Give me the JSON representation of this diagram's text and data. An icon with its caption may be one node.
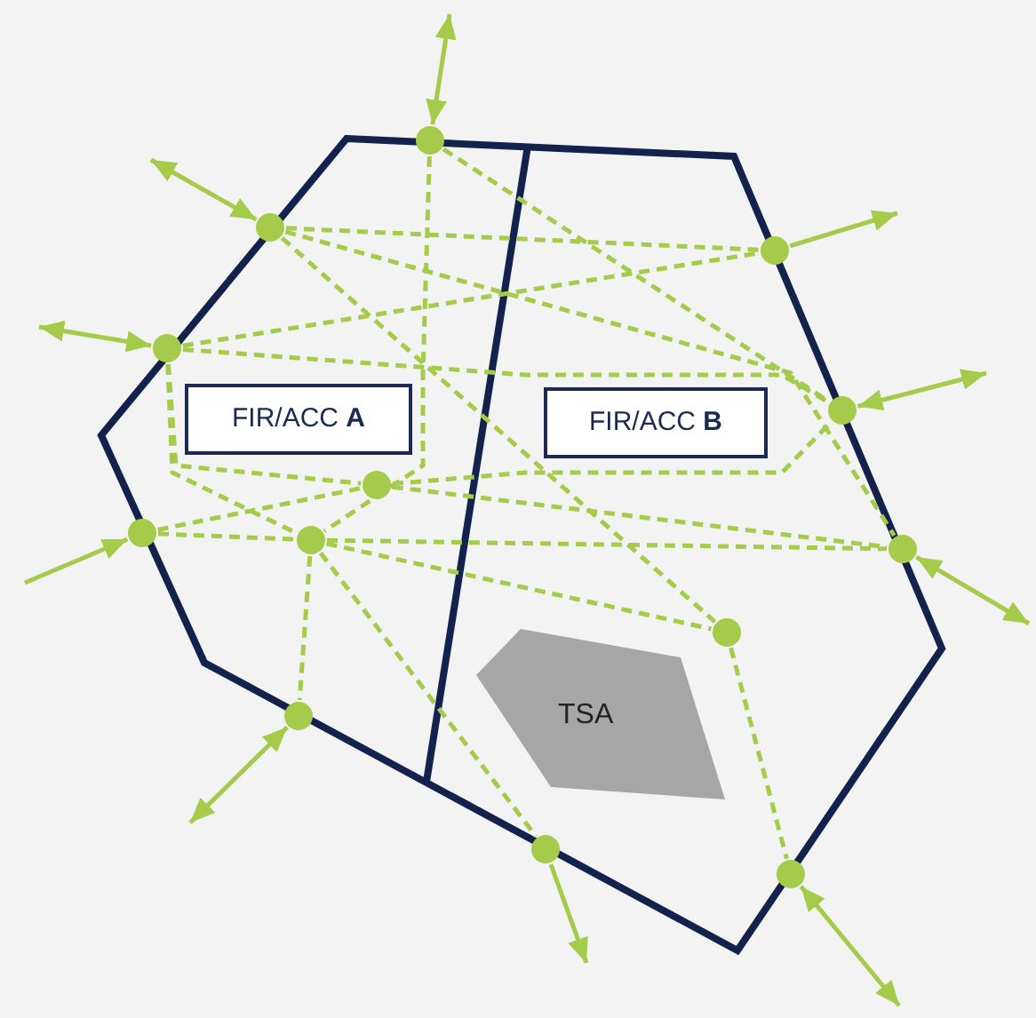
{
  "diagram": {
    "nodes": [
      {
        "text": [
          "FIR/ACC **A**"
        ]
      },
      {
        "text": [
          "FIR/ACC **B**"
        ]
      },
      {
        "text": [
          "TSA"
        ]
      },
      {
        "text": [],
        "shape": "circle"
      },
      {
        "text": [],
        "shape": "circle"
      },
      {
        "text": [],
        "shape": "circle"
      },
      {
        "text": [],
        "shape": "circle"
      },
      {
        "text": [],
        "shape": "circle"
      },
      {
        "text": [],
        "shape": "circle"
      },
      {
        "text": [],
        "shape": "circle"
      },
      {
        "text": [],
        "shape": "circle"
      },
      {
        "text": [],
        "shape": "circle"
      },
      {
        "text": [],
        "shape": "circle"
      },
      {
        "text": [],
        "shape": "circle"
      },
      {
        "text": [],
        "shape": "circle"
      },
      {
        "text": [],
        "shape": "circle"
      }
    ],
    "edges": [
      {
        "from": 3,
        "to": null,
        "arrow": "both"
      },
      {
        "from": 4,
        "to": null,
        "arrow": "both"
      },
      {
        "from": 5,
        "to": null,
        "arrow": "to"
      },
      {
        "from": 6,
        "to": null,
        "arrow": "both"
      },
      {
        "from": 7,
        "to": null,
        "arrow": "both"
      },
      {
        "from": null,
        "to": 9,
        "arrow": "to"
      },
      {
        "from": 11,
        "to": null,
        "arrow": "both"
      },
      {
        "from": 13,
        "to": null,
        "arrow": "both"
      },
      {
        "from": 14,
        "to": null,
        "arrow": "to"
      },
      {
        "from": 15,
        "to": null,
        "arrow": "both"
      },
      {
        "from": 3,
        "to": 10,
        "arrow": "none",
        "style": "dashed"
      },
      {
        "from": 3,
        "to": 7,
        "arrow": "none",
        "style": "dashed"
      },
      {
        "from": 4,
        "to": 5,
        "arrow": "none",
        "style": "dashed"
      },
      {
        "from": 4,
        "to": 11,
        "arrow": "none",
        "style": "dashed"
      },
      {
        "from": 4,
        "to": 12,
        "arrow": "none",
        "style": "dashed"
      },
      {
        "from": 6,
        "to": 5,
        "arrow": "none",
        "style": "dashed"
      },
      {
        "from": 6,
        "to": 7,
        "arrow": "none",
        "style": "dashed"
      },
      {
        "from": 6,
        "to": 8,
        "arrow": "none",
        "style": "dashed"
      },
      {
        "from": 6,
        "to": 10,
        "arrow": "none",
        "style": "dashed"
      },
      {
        "from": 8,
        "to": 7,
        "arrow": "none",
        "style": "dashed"
      },
      {
        "from": 8,
        "to": 11,
        "arrow": "none",
        "style": "dashed"
      },
      {
        "from": 9,
        "to": 8,
        "arrow": "none",
        "style": "dashed"
      },
      {
        "from": 9,
        "to": 10,
        "arrow": "none",
        "style": "dashed"
      },
      {
        "from": 10,
        "to": 11,
        "arrow": "none",
        "style": "dashed"
      },
      {
        "from": 10,
        "to": 12,
        "arrow": "none",
        "style": "dashed"
      },
      {
        "from": 10,
        "to": 13,
        "arrow": "none",
        "style": "dashed"
      },
      {
        "from": 10,
        "to": 14,
        "arrow": "none",
        "style": "dashed"
      },
      {
        "from": 12,
        "to": 15,
        "arrow": "none",
        "style": "dashed"
      }
    ]
  }
}
